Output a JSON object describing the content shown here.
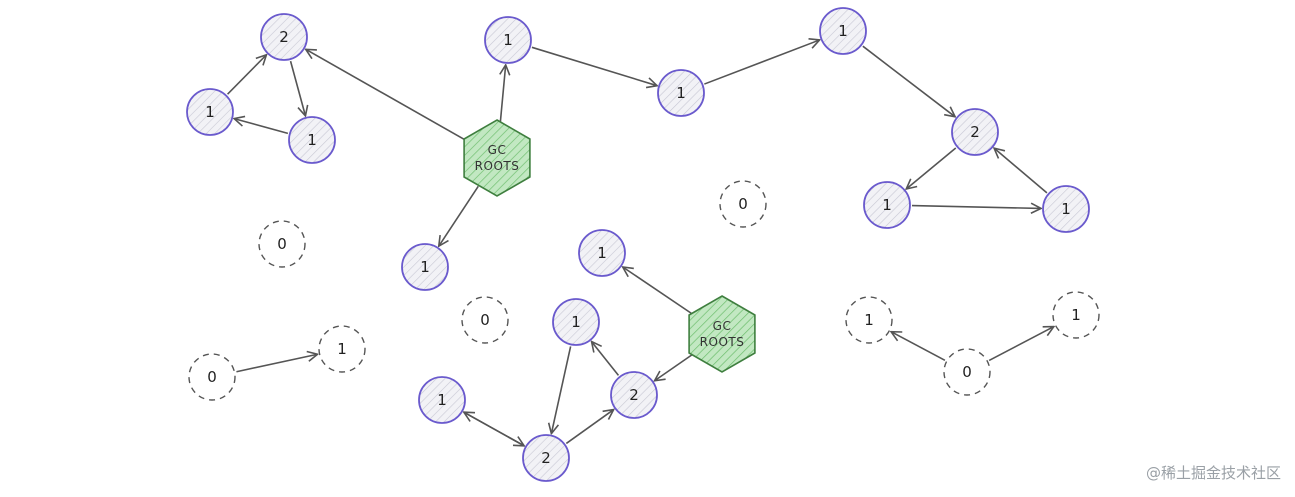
{
  "diagram": {
    "nodes": [
      {
        "id": "n1",
        "label": "2",
        "reachable": true
      },
      {
        "id": "n2",
        "label": "1",
        "reachable": true
      },
      {
        "id": "n3",
        "label": "1",
        "reachable": true
      },
      {
        "id": "n4",
        "label": "1",
        "reachable": true
      },
      {
        "id": "n5",
        "label": "1",
        "reachable": true
      },
      {
        "id": "n6",
        "label": "1",
        "reachable": true
      },
      {
        "id": "n7",
        "label": "2",
        "reachable": true
      },
      {
        "id": "n8",
        "label": "1",
        "reachable": true
      },
      {
        "id": "n9",
        "label": "1",
        "reachable": true
      },
      {
        "id": "n10",
        "label": "1",
        "reachable": true
      },
      {
        "id": "n11",
        "label": "0",
        "reachable": false
      },
      {
        "id": "n12",
        "label": "0",
        "reachable": false
      },
      {
        "id": "n13",
        "label": "0",
        "reachable": false
      },
      {
        "id": "n14",
        "label": "0",
        "reachable": false
      },
      {
        "id": "n15",
        "label": "1",
        "reachable": false
      },
      {
        "id": "n16",
        "label": "1",
        "reachable": true
      },
      {
        "id": "n17",
        "label": "1",
        "reachable": true
      },
      {
        "id": "n18",
        "label": "1",
        "reachable": true
      },
      {
        "id": "n19",
        "label": "2",
        "reachable": true
      },
      {
        "id": "n20",
        "label": "2",
        "reachable": true
      },
      {
        "id": "n21",
        "label": "1",
        "reachable": false
      },
      {
        "id": "n22",
        "label": "0",
        "reachable": false
      },
      {
        "id": "n23",
        "label": "1",
        "reachable": false
      },
      {
        "id": "r1",
        "label": "GC\nROOTS",
        "type": "root"
      },
      {
        "id": "r2",
        "label": "GC\nROOTS",
        "type": "root"
      }
    ],
    "edges": [
      {
        "from": "r1",
        "to": "n1"
      },
      {
        "from": "r1",
        "to": "n4"
      },
      {
        "from": "r1",
        "to": "n10"
      },
      {
        "from": "n1",
        "to": "n3"
      },
      {
        "from": "n3",
        "to": "n2"
      },
      {
        "from": "n2",
        "to": "n1"
      },
      {
        "from": "n4",
        "to": "n5"
      },
      {
        "from": "n5",
        "to": "n6"
      },
      {
        "from": "n6",
        "to": "n7"
      },
      {
        "from": "n7",
        "to": "n8"
      },
      {
        "from": "n8",
        "to": "n9"
      },
      {
        "from": "n9",
        "to": "n7"
      },
      {
        "from": "n14",
        "to": "n15"
      },
      {
        "from": "r2",
        "to": "n16"
      },
      {
        "from": "r2",
        "to": "n19"
      },
      {
        "from": "n19",
        "to": "n17"
      },
      {
        "from": "n17",
        "to": "n20"
      },
      {
        "from": "n20",
        "to": "n18"
      },
      {
        "from": "n18",
        "to": "n20"
      },
      {
        "from": "n20",
        "to": "n19"
      },
      {
        "from": "n22",
        "to": "n21"
      },
      {
        "from": "n22",
        "to": "n23"
      }
    ],
    "colors": {
      "reachable_stroke": "#6a5acd",
      "reachable_fill": "#eeeef3",
      "unreachable_stroke": "#555555",
      "root_fill": "#a8dba8",
      "root_stroke": "#3f7f3f",
      "edge": "#555555"
    }
  },
  "watermark": "@稀土掘金技术社区"
}
